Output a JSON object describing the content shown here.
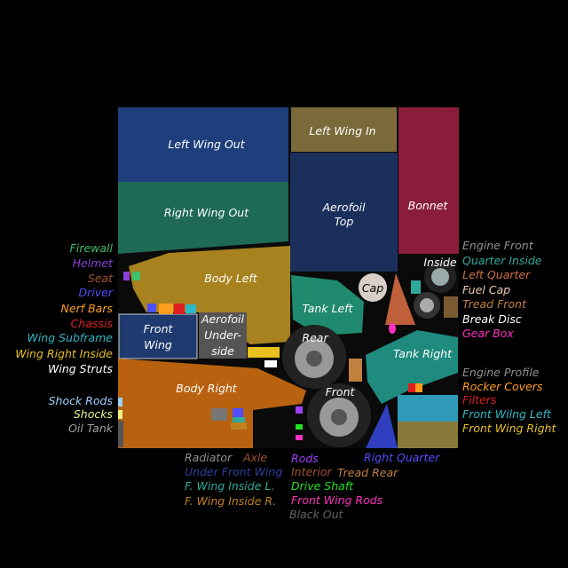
{
  "regions": {
    "left_wing_out": "Left Wing Out",
    "left_wing_in": "Left Wing In",
    "bonnet": "Bonnet",
    "right_wing_out": "Right Wing Out",
    "aerofoil_top": [
      "Aerofoil",
      "Top"
    ],
    "body_left": "Body Left",
    "inside": "Inside",
    "cap": "Cap",
    "tank_left": "Tank Left",
    "front_wing": [
      "Front",
      "Wing"
    ],
    "aerofoil_underside": [
      "Aerofoil",
      "Under-",
      "side"
    ],
    "rear": "Rear",
    "tank_right": "Tank Right",
    "body_right": "Body Right",
    "front": "Front"
  },
  "legend_left": [
    {
      "text": "Firewall",
      "color": "#3fbf6a"
    },
    {
      "text": "Helmet",
      "color": "#8a3fd6"
    },
    {
      "text": "Seat",
      "color": "#a0522d"
    },
    {
      "text": "Driver",
      "color": "#4f4fff"
    },
    {
      "text": "Nerf Bars",
      "color": "#ff9f1f"
    },
    {
      "text": "Chassis",
      "color": "#e02020"
    },
    {
      "text": "Wing Subframe",
      "color": "#2fb8c8"
    },
    {
      "text": "Wing Right Inside",
      "color": "#e8c020"
    },
    {
      "text": "Wing Struts",
      "color": "#ffffff"
    },
    {
      "text": "Shock Rods",
      "color": "#9fd0ff"
    },
    {
      "text": "Shocks",
      "color": "#f0f08a"
    },
    {
      "text": "Oil Tank",
      "color": "#a0a0a0"
    }
  ],
  "legend_right": [
    {
      "text": "Engine Front",
      "color": "#909090"
    },
    {
      "text": "Quarter Inside",
      "color": "#2faa9a"
    },
    {
      "text": "Left Quarter",
      "color": "#d0704a"
    },
    {
      "text": "Fuel Cap",
      "color": "#e8c8b0"
    },
    {
      "text": "Tread Front",
      "color": "#c08040"
    },
    {
      "text": "Break Disc",
      "color": "#ffffff"
    },
    {
      "text": "Gear Box",
      "color": "#ff30c0"
    },
    {
      "text": "Engine Profile",
      "color": "#909090"
    },
    {
      "text": "Rocker Covers",
      "color": "#ff9f1f"
    },
    {
      "text": "Filters",
      "color": "#e02020"
    },
    {
      "text": "Front Wilng Left",
      "color": "#2fb8c8"
    },
    {
      "text": "Front Wing Right",
      "color": "#e8c020"
    }
  ],
  "legend_bottom": [
    {
      "text": "Radiator",
      "color": "#909090"
    },
    {
      "text": "Axle",
      "color": "#a0522d"
    },
    {
      "text": "Under Front Wing",
      "color": "#2f3f9f"
    },
    {
      "text": "F. Wing Inside L.",
      "color": "#2faa9a"
    },
    {
      "text": "F. Wing Inside R.",
      "color": "#c08020"
    },
    {
      "text": "Rods",
      "color": "#a040ff"
    },
    {
      "text": "Interior",
      "color": "#a0522d"
    },
    {
      "text": "Drive Shaft",
      "color": "#20e020"
    },
    {
      "text": "Front Wing Rods",
      "color": "#ff30c0"
    },
    {
      "text": "Black Out",
      "color": "#606060"
    },
    {
      "text": "Right Quarter",
      "color": "#4f4fff"
    },
    {
      "text": "Tread Rear",
      "color": "#c08040"
    }
  ]
}
